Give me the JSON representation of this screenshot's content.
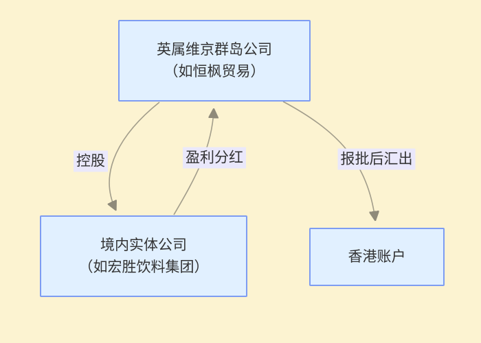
{
  "diagram": {
    "type": "flowchart",
    "colors": {
      "background": "#FCF3D1",
      "node_fill": "#E1F0FF",
      "node_border": "#7D9CF2",
      "node_text": "#333333",
      "edge_stroke": "#A29D8B",
      "arrowhead_fill": "#8F8A7A",
      "edge_label_bg": "#EAE8FB"
    },
    "nodes": [
      {
        "id": "bvi",
        "line1": "英属维京群岛公司",
        "line2": "（如恒枫贸易）"
      },
      {
        "id": "domestic",
        "line1": "境内实体公司",
        "line2": "（如宏胜饮料集团）"
      },
      {
        "id": "hk",
        "line1": "香港账户"
      }
    ],
    "edges": [
      {
        "from": "bvi",
        "to": "domestic",
        "label": "控股"
      },
      {
        "from": "domestic",
        "to": "bvi",
        "label": "盈利分红"
      },
      {
        "from": "bvi",
        "to": "hk",
        "label": "报批后汇出"
      }
    ]
  }
}
